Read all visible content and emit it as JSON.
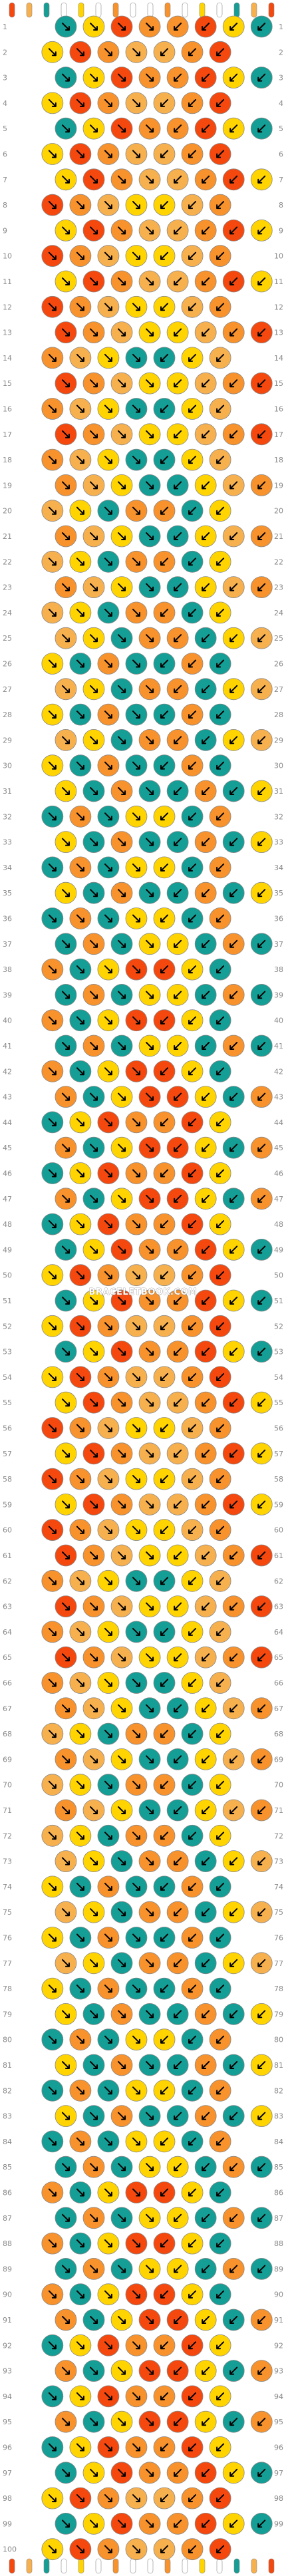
{
  "watermark": "BRACELETBOOK.COM",
  "palette": {
    "teal": "#149e95",
    "yellow": "#ffd400",
    "red_orange": "#f4480f",
    "orange": "#f7922c",
    "light_orange": "#f7b04e",
    "white": "#ffffff",
    "outline": "#888888"
  },
  "pattern": {
    "rows": 100,
    "strands": 16,
    "knots_per_row": 8,
    "row_numbers_left": [
      "1",
      "2",
      "3",
      "4",
      "5",
      "6",
      "7",
      "8",
      "9",
      "10",
      "11",
      "12",
      "13",
      "14",
      "15",
      "16",
      "17",
      "18",
      "19",
      "20",
      "21",
      "22",
      "23",
      "24",
      "25",
      "26",
      "27",
      "28",
      "29",
      "30",
      "31",
      "32",
      "33",
      "34",
      "35",
      "36",
      "37",
      "38",
      "39",
      "40",
      "41",
      "42",
      "43",
      "44",
      "45",
      "46",
      "47",
      "48",
      "49",
      "50",
      "51",
      "52",
      "53",
      "54",
      "55",
      "56",
      "57",
      "58",
      "59",
      "60",
      "61",
      "62",
      "63",
      "64",
      "65",
      "66",
      "67",
      "68",
      "69",
      "70",
      "71",
      "72",
      "73",
      "74",
      "75",
      "76",
      "77",
      "78",
      "79",
      "80",
      "81",
      "82",
      "83",
      "84",
      "85",
      "86",
      "87",
      "88",
      "89",
      "90",
      "91",
      "92",
      "93",
      "94",
      "95",
      "96",
      "97",
      "98",
      "99",
      "100"
    ],
    "row_numbers_right": [
      "1",
      "2",
      "3",
      "4",
      "5",
      "6",
      "7",
      "8",
      "9",
      "10",
      "11",
      "12",
      "13",
      "14",
      "15",
      "16",
      "17",
      "18",
      "19",
      "20",
      "21",
      "22",
      "23",
      "24",
      "25",
      "26",
      "27",
      "28",
      "29",
      "30",
      "31",
      "32",
      "33",
      "34",
      "35",
      "36",
      "37",
      "38",
      "39",
      "40",
      "41",
      "42",
      "43",
      "44",
      "45",
      "46",
      "47",
      "48",
      "49",
      "50",
      "51",
      "52",
      "53",
      "54",
      "55",
      "56",
      "57",
      "58",
      "59",
      "60",
      "61",
      "62",
      "63",
      "64",
      "65",
      "66",
      "67",
      "68",
      "69",
      "70",
      "71",
      "72",
      "73",
      "74",
      "75",
      "76",
      "77",
      "78",
      "79",
      "80",
      "81",
      "82",
      "83",
      "84",
      "85",
      "86",
      "87",
      "88",
      "89",
      "90",
      "91",
      "92",
      "93",
      "94",
      "95",
      "96",
      "97",
      "98",
      "99"
    ],
    "strand_colors_top": [
      "red_orange",
      "light_orange",
      "teal",
      "white",
      "yellow",
      "white",
      "orange",
      "white",
      "white",
      "orange",
      "white",
      "yellow",
      "white",
      "teal",
      "light_orange",
      "red_orange"
    ]
  }
}
